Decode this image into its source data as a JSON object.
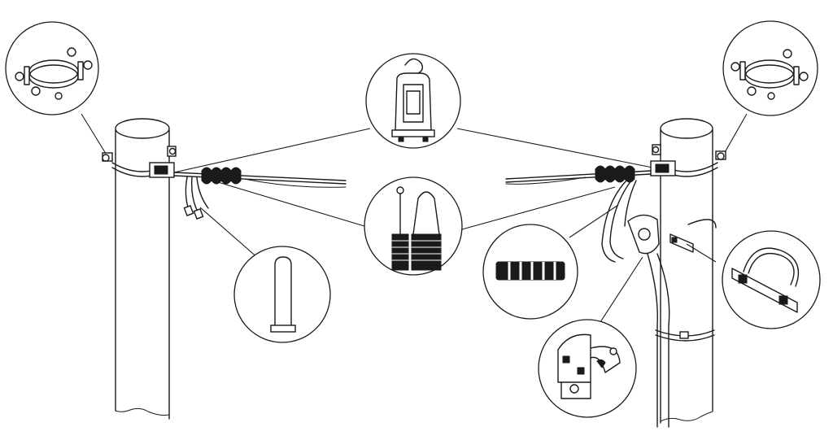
{
  "diagram": {
    "kind": "pole-mounted cable installation illustration",
    "line_color": "#1a1a1a",
    "background_color": "#ffffff",
    "poles": [
      "left-pole",
      "right-pole"
    ],
    "callouts": [
      {
        "id": "pole-bracket-left",
        "icon": "pole-clamp-bracket"
      },
      {
        "id": "suspension-hook",
        "icon": "hook-clamp"
      },
      {
        "id": "tension-clamps",
        "icon": "wedge-tension-clamp-pair"
      },
      {
        "id": "end-cap",
        "icon": "cable-end-cap"
      },
      {
        "id": "pole-bracket-right",
        "icon": "pole-clamp-bracket"
      },
      {
        "id": "connector-sleeve",
        "icon": "insulating-sleeve"
      },
      {
        "id": "mounting-bracket",
        "icon": "u-bolt-bracket"
      },
      {
        "id": "junction-box",
        "icon": "distribution-box"
      }
    ]
  }
}
